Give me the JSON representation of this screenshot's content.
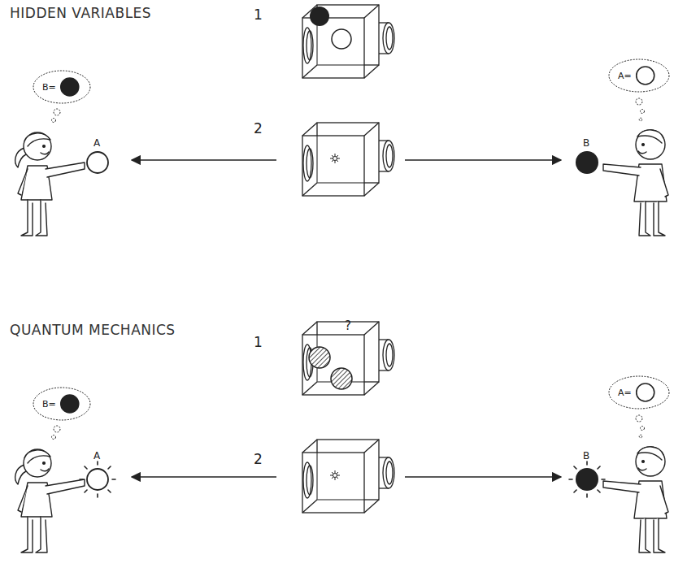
{
  "diagram": {
    "nodes": [
      {
        "text": [
          "B="
        ]
      },
      {
        "text": [
          "A="
        ]
      },
      {
        "text": [
          "B="
        ]
      },
      {
        "text": [
          "A="
        ]
      }
    ],
    "labels": [
      "HIDDEN VARIABLES",
      "1",
      "2",
      "A",
      "B",
      "QUANTUM MECHANICS",
      "1",
      "?",
      "2",
      "A",
      "B"
    ]
  }
}
